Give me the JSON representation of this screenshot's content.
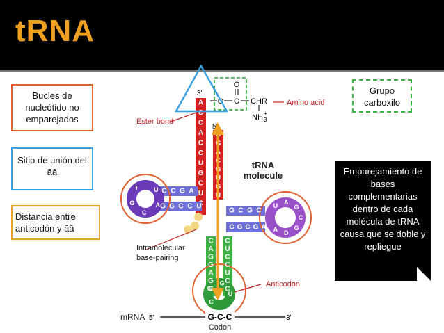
{
  "title": "tRNA",
  "boxes": {
    "loops": "Bucles de nucleótido no emparejados",
    "binding": "Sitio de unión del āā",
    "distance": "Distancia entre anticodón y āā",
    "carboxyl": "Grupo carboxilo",
    "pairing": "Emparejamiento de bases complementarias dentro de cada molécula de tRNA causa que se doble y repliegue"
  },
  "diagram": {
    "label_3": "3'",
    "label_5": "5'",
    "o_top": "O",
    "chr": "CHR",
    "nh3": "NH",
    "nh3_sup": "3",
    "nh3_charge": "+",
    "amino_acid": "Amino acid",
    "ester_bond": "Ester bond",
    "molecule_title_1": "tRNA",
    "molecule_title_2": "molecule",
    "intramolecular_1": "Intramolecular",
    "intramolecular_2": "base-pairing",
    "anticodon": "Anticodon",
    "mrna": "mRNA",
    "mrna_5": "5'",
    "mrna_3": "3'",
    "codon_seq": "G-C-C",
    "codon": "Codon",
    "acceptor_left": [
      "A",
      "C",
      "C",
      "A",
      "C",
      "C",
      "U",
      "G",
      "C",
      "U",
      "C"
    ],
    "acceptor_right": [
      "G",
      "G",
      "A",
      "C",
      "G",
      "U",
      "G",
      "U"
    ],
    "d_stem_top": [
      "C",
      "C",
      "G",
      "A"
    ],
    "d_stem_bottom": [
      "G",
      "G",
      "C",
      "C",
      "U"
    ],
    "d_loop": [
      "U",
      "A",
      "C",
      "G",
      "T"
    ],
    "t_stem_top": [
      "G",
      "C",
      "G",
      "C"
    ],
    "t_stem_bottom": [
      "C",
      "G",
      "C",
      "G",
      "A"
    ],
    "t_loop": [
      "U",
      "A",
      "G",
      "C",
      "G",
      "D",
      "A"
    ],
    "ac_stem_left": [
      "C",
      "A",
      "G",
      "G",
      "A",
      "G",
      "C"
    ],
    "ac_stem_right": [
      "C",
      "U",
      "C",
      "C",
      "U",
      "C",
      "C"
    ],
    "ac_loop": [
      "C",
      "G",
      "G",
      "U"
    ]
  }
}
